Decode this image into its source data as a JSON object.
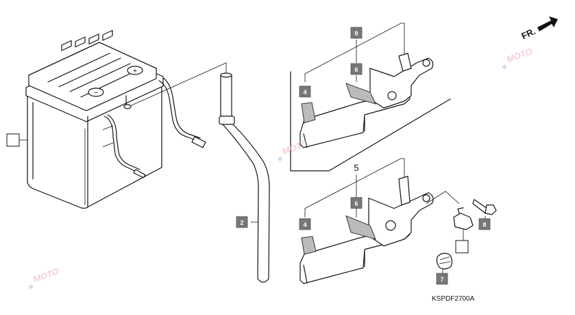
{
  "diagram": {
    "code": "KSPDF2700A",
    "direction_label": "FR.",
    "callouts": {
      "bottom_band_a": "4",
      "bottom_band_b": "4",
      "pad_a": "6",
      "pad_b": "6",
      "tube": "2",
      "holder": "9",
      "bolt": "8",
      "cap": "7",
      "assembly": "5"
    },
    "empty_boxes": [
      "battery",
      "clip"
    ]
  },
  "watermark": {
    "text": "MOTO"
  },
  "colors": {
    "callout_fill": "#777777",
    "line": "#111111",
    "watermark": "#e8a8b4"
  }
}
